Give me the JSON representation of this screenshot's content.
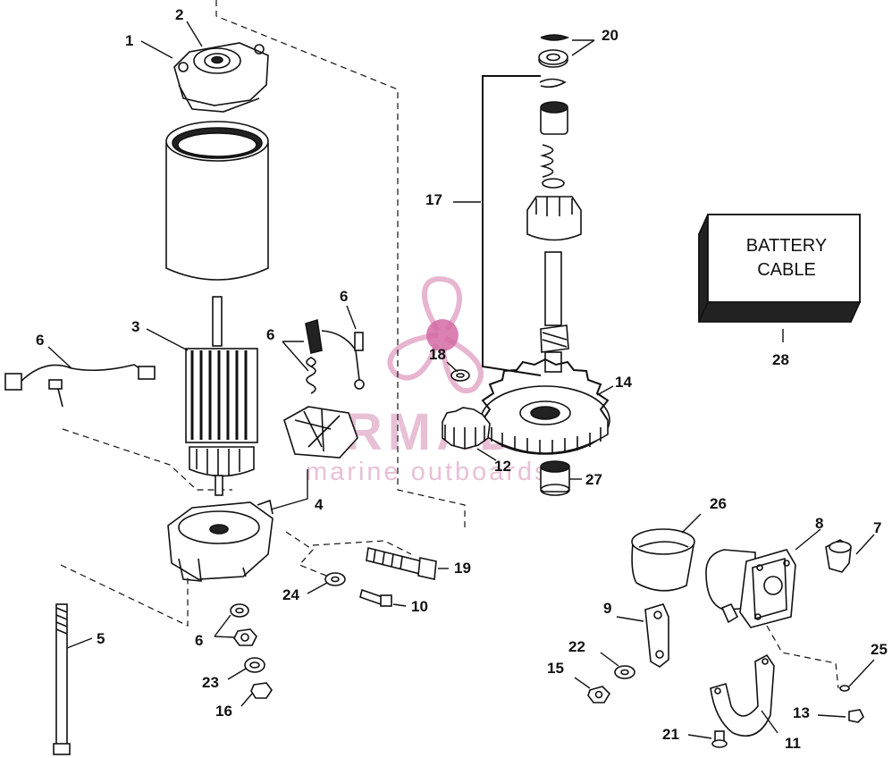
{
  "battery_box": {
    "line1": "BATTERY",
    "line2": "CABLE"
  },
  "watermark": {
    "brand": "ARMADA",
    "tagline": "marine outboards"
  },
  "callouts": {
    "c1": "1",
    "c2": "2",
    "c3": "3",
    "c4": "4",
    "c5": "5",
    "c6a": "6",
    "c6b": "6",
    "c6c": "6",
    "c6d": "6",
    "c7": "7",
    "c8": "8",
    "c9": "9",
    "c10": "10",
    "c11": "11",
    "c12": "12",
    "c13": "13",
    "c14": "14",
    "c15": "15",
    "c16": "16",
    "c17": "17",
    "c18": "18",
    "c19": "19",
    "c20": "20",
    "c21": "21",
    "c22": "22",
    "c23": "23",
    "c24": "24",
    "c25": "25",
    "c26": "26",
    "c27": "27",
    "c28": "28"
  }
}
